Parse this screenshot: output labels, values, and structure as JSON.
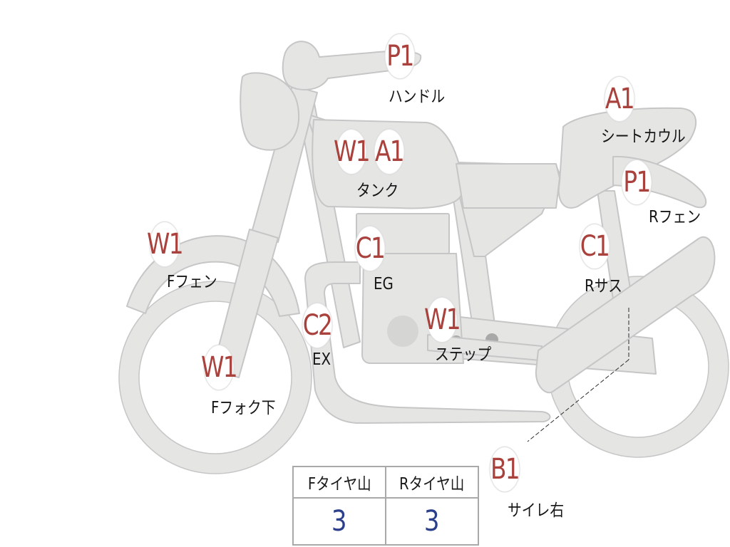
{
  "colors": {
    "bike_fill": "#e5e5e4",
    "bike_stroke": "#c6c6c6",
    "marker_text": "#a9413c",
    "tread_value": "#2c3f8a"
  },
  "markers": {
    "handlebar": {
      "code": "P1",
      "label": "ハンドル"
    },
    "seat_cowl": {
      "code": "A1",
      "label": "シートカウル"
    },
    "tank": {
      "codes": [
        "W1",
        "A1"
      ],
      "label": "タンク"
    },
    "rear_fender": {
      "code": "P1",
      "label": "Rフェン"
    },
    "front_fender": {
      "code": "W1",
      "label": "Fフェン"
    },
    "engine": {
      "code": "C1",
      "label": "EG"
    },
    "rear_suspension": {
      "code": "C1",
      "label": "Rサス"
    },
    "exhaust": {
      "code": "C2",
      "label": "EX"
    },
    "step": {
      "code": "W1",
      "label": "ステップ"
    },
    "fork_lower": {
      "code": "W1",
      "label": "Fフォク下"
    },
    "muffler_right": {
      "code": "B1",
      "label": "サイレ右"
    }
  },
  "tread_table": {
    "headers": [
      "Fタイヤ山",
      "Rタイヤ山"
    ],
    "values": [
      "3",
      "3"
    ]
  }
}
